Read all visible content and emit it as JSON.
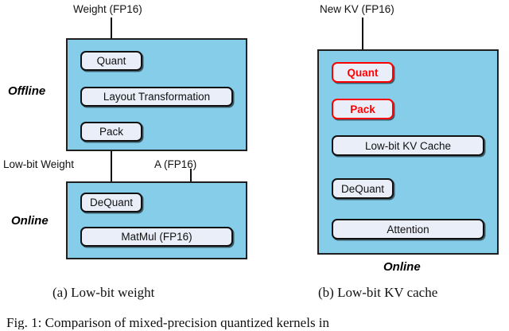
{
  "figure": {
    "blue_panel_color": "#85CDE8",
    "node_fill_color": "#EAEEF9",
    "highlight_color": "#ff0000",
    "stroke_color": "#111111"
  },
  "panel_a": {
    "caption": "(a) Low-bit weight",
    "stages": [
      {
        "label": "Offline"
      },
      {
        "label": "Online"
      }
    ],
    "inputs": [
      {
        "label": "Weight (FP16)"
      },
      {
        "label": "Low-bit Weight"
      },
      {
        "label": "A (FP16)"
      }
    ],
    "offline_nodes": [
      {
        "label": "Quant",
        "highlight": false
      },
      {
        "label": "Layout Transformation",
        "highlight": false
      },
      {
        "label": "Pack",
        "highlight": false
      }
    ],
    "online_nodes": [
      {
        "label": "DeQuant",
        "highlight": false
      },
      {
        "label": "MatMul (FP16)",
        "highlight": false
      }
    ]
  },
  "panel_b": {
    "caption": "(b) Low-bit KV cache",
    "stage_label": "Online",
    "inputs": [
      {
        "label": "New KV (FP16)"
      }
    ],
    "nodes": [
      {
        "label": "Quant",
        "highlight": true
      },
      {
        "label": "Pack",
        "highlight": true
      },
      {
        "label": "Low-bit KV Cache",
        "highlight": false
      },
      {
        "label": "DeQuant",
        "highlight": false
      },
      {
        "label": "Attention",
        "highlight": false
      }
    ]
  },
  "figure_caption": "Fig. 1: Comparison of mixed-precision quantized kernels in"
}
